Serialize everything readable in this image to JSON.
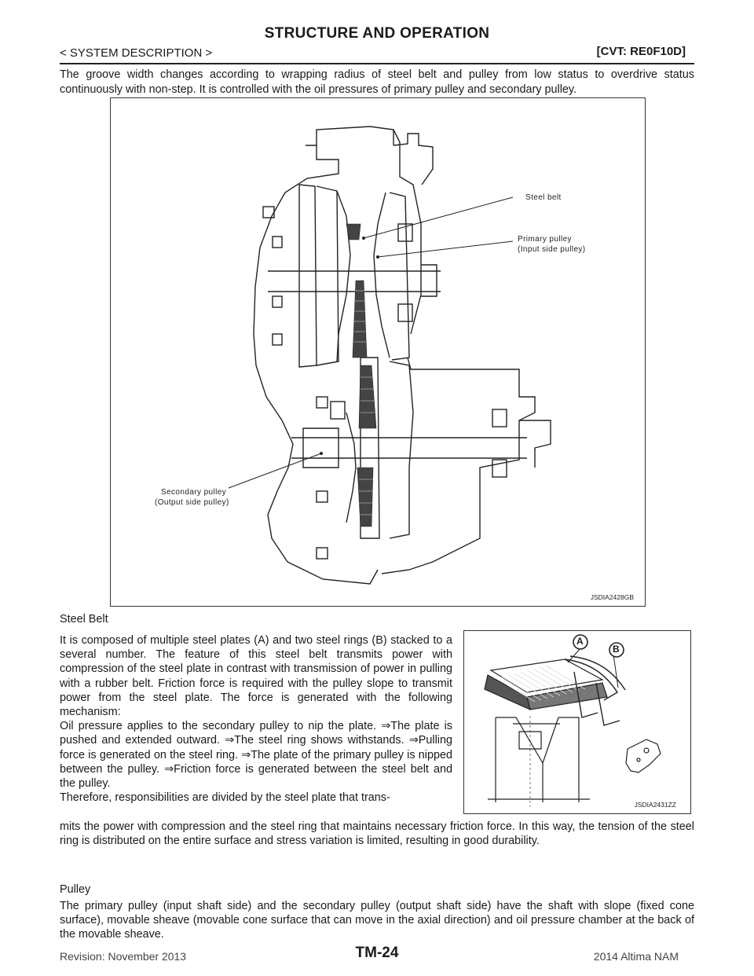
{
  "header": {
    "title": "STRUCTURE AND OPERATION",
    "breadcrumb": "< SYSTEM DESCRIPTION >",
    "model": "[CVT: RE0F10D]"
  },
  "intro": "The groove width changes according to wrapping radius of steel belt and pulley from low status to overdrive status continuously with non-step. It is controlled with the oil pressures of primary pulley and secondary pulley.",
  "figure1": {
    "code": "JSDIA2428GB",
    "labels": {
      "steel_belt": "Steel belt",
      "primary_line1": "Primary pulley",
      "primary_line2": "(Input side pulley)",
      "secondary_line1": "Secondary pulley",
      "secondary_line2": "(Output side pulley)"
    }
  },
  "steel_belt": {
    "heading": "Steel Belt",
    "p1": "It is composed of multiple steel plates (A) and two steel rings (B) stacked to a several number. The feature of this steel belt transmits power with compression of the steel plate in contrast with transmission of power in pulling with a rubber belt. Friction force is required with the pulley slope to transmit power from the steel plate. The force is generated with the following mechanism:",
    "p2": "Oil pressure applies to the secondary pulley to nip the plate. ⇒The plate is pushed and extended outward. ⇒The steel ring shows withstands. ⇒Pulling force is generated on the steel ring. ⇒The plate of the primary pulley is nipped between the pulley. ⇒Friction force is generated between the steel belt and the pulley.",
    "p3_narrow": "Therefore, responsibilities are divided by the steel plate that trans-",
    "p3_wide": "mits the power with compression and the steel ring that maintains necessary friction force.  In this way, the tension of the steel ring is distributed on the entire surface and stress variation is limited, resulting in good durability."
  },
  "figure2": {
    "code": "JSDIA2431ZZ",
    "label_a": "A",
    "label_b": "B"
  },
  "pulley": {
    "heading": "Pulley",
    "p1": "The primary pulley (input shaft side) and the secondary pulley (output shaft side) have the shaft with slope (fixed cone surface), movable sheave (movable cone surface that can move in the axial direction) and oil pressure chamber at the back of the movable sheave."
  },
  "footer": {
    "revision": "Revision: November 2013",
    "page": "TM-24",
    "vehicle": "2014 Altima NAM"
  }
}
